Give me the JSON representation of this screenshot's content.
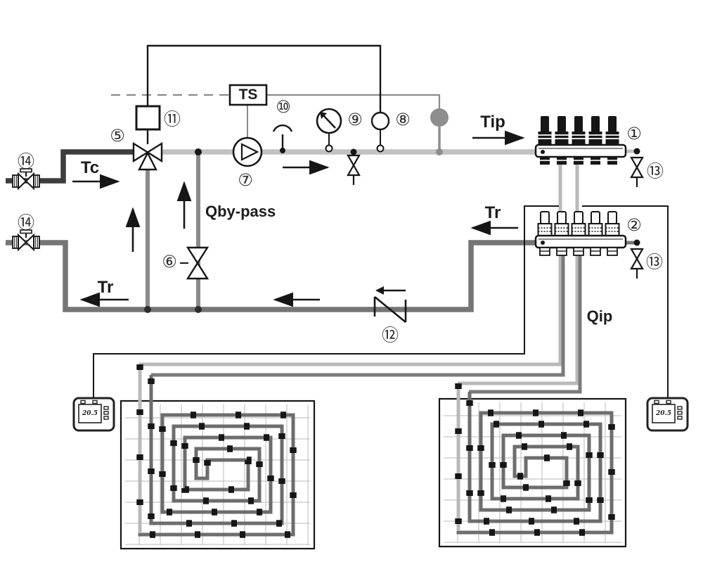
{
  "labels": {
    "supply_temp": "Tc",
    "return_temp_main": "Tr",
    "return_temp_manifold": "Tr",
    "supply_flow": "Tip",
    "bypass_flow": "Qby-pass",
    "loop_flow": "Qip",
    "thermostat_box": "TS"
  },
  "component_tags": {
    "supply_manifold": "①",
    "return_manifold": "②",
    "three_way_valve": "⑤",
    "bypass_valve": "⑥",
    "pump": "⑦",
    "sensor_8": "⑧",
    "thermometer": "⑨",
    "sensor_pocket": "⑩",
    "actuator": "⑪",
    "check_valve": "⑫",
    "drain_valve_supply": "⑬",
    "drain_valve_return": "⑬",
    "shutoff_valve_supply": "⑭",
    "shutoff_valve_return": "⑭"
  },
  "thermostats": {
    "left": {
      "reading": "20.5"
    },
    "right": {
      "reading": "20.5"
    }
  },
  "colors": {
    "hot_supply_pipe": "#3d3d3d",
    "mixed_supply_pipe": "#c2c2c2",
    "return_pipe": "#757575",
    "bypass_pipe": "#8a8a8a",
    "floor_loop_pipe": "#6d6d6d",
    "control_wire": "#161616",
    "sensor_line": "#8a8a8a"
  }
}
